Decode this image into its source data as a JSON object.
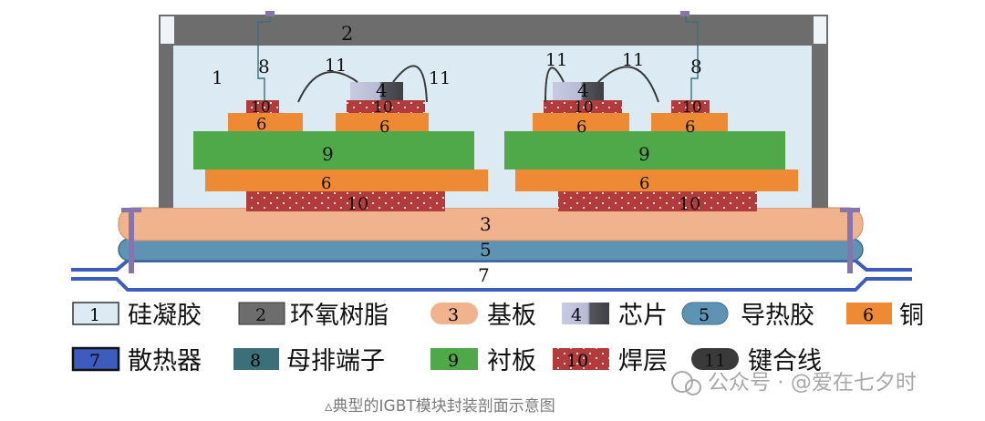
{
  "colors": {
    "silicone_gel": "#dcebf3",
    "epoxy": "#6d6d6d",
    "substrate": "#f1b38e",
    "chip_light": "#c3c7df",
    "chip_dark": "#4e4e56",
    "thermal_paste": "#5f93b3",
    "copper": "#ee8a34",
    "heatsink": "#3c5cc0",
    "busbar": "#3b6f7a",
    "board": "#4fa948",
    "solder": "#b23b3b",
    "bond_wire": "#3a3a3a",
    "terminal": "#8674ad"
  },
  "diagram": {
    "labels": {
      "l1": "1",
      "l2": "2",
      "l3": "3",
      "l4a": "4",
      "l4b": "4",
      "l5": "5",
      "l6a": "6",
      "l6b": "6",
      "l6c": "6",
      "l6d": "6",
      "l6e": "6",
      "l6f": "6",
      "l7": "7",
      "l8a": "8",
      "l8b": "8",
      "l9a": "9",
      "l9b": "9",
      "l10a": "10",
      "l10b": "10",
      "l10c": "10",
      "l10d": "10",
      "l10e": "10",
      "l10f": "10",
      "l11a": "11",
      "l11b": "11",
      "l11c": "11",
      "l11d": "11"
    }
  },
  "legend": [
    {
      "number": "1",
      "text": "硅凝胶",
      "swatch": "silicone_gel"
    },
    {
      "number": "2",
      "text": "环氧树脂",
      "swatch": "epoxy"
    },
    {
      "number": "3",
      "text": "基板",
      "swatch": "substrate"
    },
    {
      "number": "4",
      "text": "芯片",
      "swatch": "chip"
    },
    {
      "number": "5",
      "text": "导热胶",
      "swatch": "thermal_paste"
    },
    {
      "number": "6",
      "text": "铜",
      "swatch": "copper"
    },
    {
      "number": "7",
      "text": "散热器",
      "swatch": "heatsink"
    },
    {
      "number": "8",
      "text": "母排端子",
      "swatch": "busbar"
    },
    {
      "number": "9",
      "text": "衬板",
      "swatch": "board"
    },
    {
      "number": "10",
      "text": "焊层",
      "swatch": "solder"
    },
    {
      "number": "11",
      "text": "键合线",
      "swatch": "bond_wire"
    }
  ],
  "caption": "▵典型的IGBT模块封装剖面示意图",
  "watermark": "公众号 · @爱在七夕时"
}
